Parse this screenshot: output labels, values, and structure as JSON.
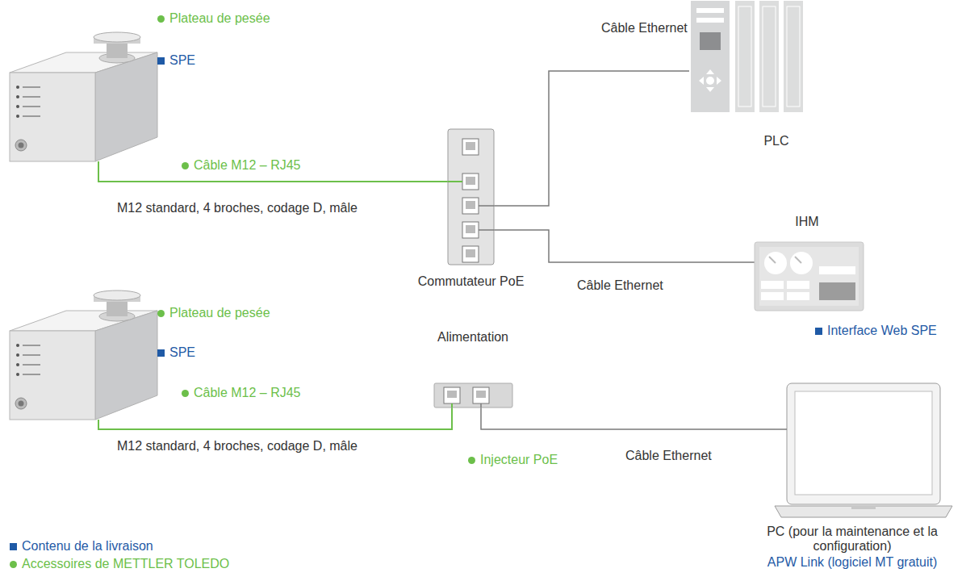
{
  "diagram": {
    "nodes": [
      {
        "text": [
          "Plateau de pesée",
          "SPE"
        ]
      },
      {
        "text": [
          "Commutateur PoE"
        ]
      },
      {
        "text": [
          "PLC"
        ]
      },
      {
        "text": [
          "IHM",
          "Interface Web SPE"
        ]
      },
      {
        "text": [
          "Plateau de pesée",
          "SPE"
        ]
      },
      {
        "text": [
          "Alimentation",
          "Injecteur PoE"
        ]
      },
      {
        "text": [
          "PC (pour la maintenance et la configuration)",
          "APW Link (logiciel MT gratuit)"
        ]
      }
    ],
    "edges": [
      {
        "from": 0,
        "to": 1,
        "arrow": "none",
        "label": "Câble M12 – RJ45"
      },
      {
        "from": 1,
        "to": 2,
        "arrow": "none",
        "label": "Câble Ethernet"
      },
      {
        "from": 1,
        "to": 3,
        "arrow": "none",
        "label": "Câble Ethernet"
      },
      {
        "from": 4,
        "to": 5,
        "arrow": "none",
        "label": "Câble M12 – RJ45"
      },
      {
        "from": 5,
        "to": 6,
        "arrow": "none",
        "label": "Câble Ethernet"
      }
    ],
    "labels": [
      "M12 standard, 4 broches, codage D, mâle",
      "M12 standard, 4 broches, codage D, mâle"
    ],
    "legend": [
      {
        "text": "Contenu de la livraison",
        "color": "#1f5aa6"
      },
      {
        "text": "Accessoires de METTLER TOLEDO",
        "color": "#6cbf4a"
      }
    ]
  }
}
